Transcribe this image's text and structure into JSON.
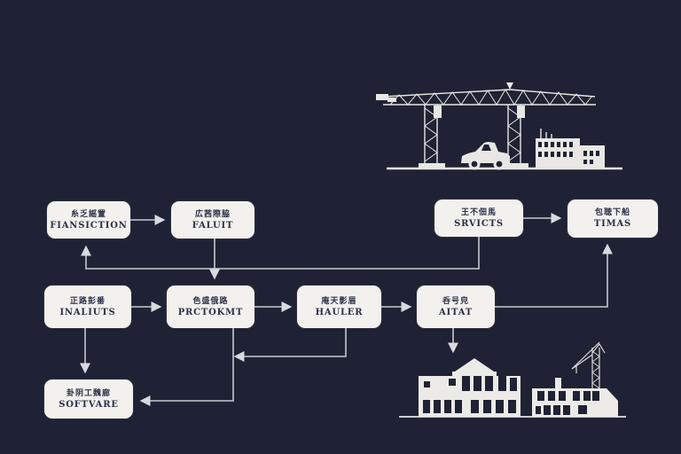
{
  "diagram": {
    "type": "flowchart",
    "background_color": "#1e2234",
    "node_fill_color": "#f3f1ee",
    "node_text_color": "#2b3148",
    "connector_color": "#c6c9d1",
    "illustration_color": "#e9e7e3"
  },
  "nodes": [
    {
      "id": "fransiction",
      "glyphs": "糸乏謡置",
      "label": "FIANSICTION"
    },
    {
      "id": "faluit",
      "glyphs": "広茜際脇",
      "label": "FALUIT"
    },
    {
      "id": "srvicts",
      "glyphs": "王不佃馬",
      "label": "SRVICTS"
    },
    {
      "id": "timas",
      "glyphs": "包聴下船",
      "label": "TIMAS"
    },
    {
      "id": "inaliuts",
      "glyphs": "正路彭番",
      "label": "INALIUTS"
    },
    {
      "id": "prctokmt",
      "glyphs": "色盛俄路",
      "label": "PRCTOKMT"
    },
    {
      "id": "hauler",
      "glyphs": "庵天影眉",
      "label": "HAULER"
    },
    {
      "id": "aitat",
      "glyphs": "呑号皃",
      "label": "AITAT"
    },
    {
      "id": "softvare",
      "glyphs": "卦阴工魏廊",
      "label": "SOFTVARE"
    }
  ],
  "edges": [
    {
      "from": "FIANSICTION",
      "to": "FALUIT"
    },
    {
      "from": "SRVICTS",
      "to": "TIMAS"
    },
    {
      "from": "SRVICTS",
      "to": "FIANSICTION"
    },
    {
      "from": "FALUIT",
      "to": "PRCTOKMT"
    },
    {
      "from": "INALIUTS",
      "to": "PRCTOKMT"
    },
    {
      "from": "PRCTOKMT",
      "to": "HAULER"
    },
    {
      "from": "HAULER",
      "to": "AITAT"
    },
    {
      "from": "AITAT",
      "to": "TIMAS"
    },
    {
      "from": "INALIUTS",
      "to": "SOFTVARE"
    },
    {
      "from": "PRCTOKMT",
      "to": "SOFTVARE"
    },
    {
      "from": "HAULER",
      "to": "PRCTOKMT-downline"
    },
    {
      "from": "AITAT",
      "to": "buildings-illustration"
    }
  ],
  "illustrations": {
    "top_right": "gantry-crane-with-pickup-truck-and-low-building",
    "bottom_right": "two-buildings-with-tower-crane"
  }
}
